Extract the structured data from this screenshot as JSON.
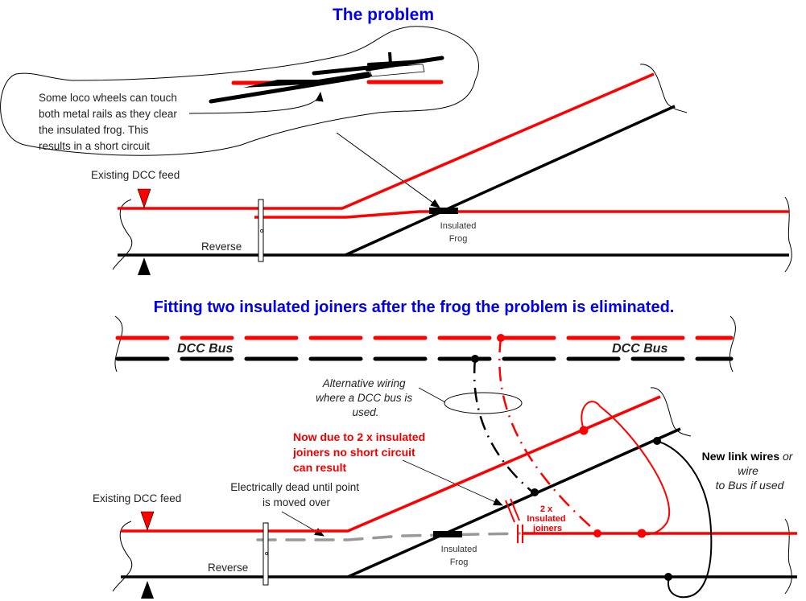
{
  "colors": {
    "title": "#0000ee",
    "live_rail": "#ff0000",
    "return_rail": "#000000",
    "dead_rail": "#999999",
    "annotation": "#222222"
  },
  "top_section": {
    "title": "The problem",
    "callout_lines": [
      "Some loco wheels can touch",
      "both metal rails as they clear",
      "the insulated frog. This",
      "results in a short circuit"
    ],
    "feed_label": "Existing DCC feed",
    "reverse_label": "Reverse",
    "frog_label_line1": "Insulated",
    "frog_label_line2": "Frog"
  },
  "bottom_section": {
    "title": "Fitting two insulated joiners after the frog the problem is eliminated.",
    "bus_label_left": "DCC Bus",
    "bus_label_right": "DCC Bus",
    "alt_wiring_lines": [
      "Alternative wiring",
      "where a DCC bus is",
      "used."
    ],
    "no_short_lines": [
      "Now due to 2 x insulated",
      "joiners no short circuit",
      "can result"
    ],
    "dead_lines": [
      "Electrically dead until point",
      "is moved over"
    ],
    "feed_label": "Existing DCC feed",
    "reverse_label": "Reverse",
    "frog_label_line1": "Insulated",
    "frog_label_line2": "Frog",
    "joiners_lines": [
      "2 x",
      "Insulated",
      "joiners"
    ],
    "link_bold": "New link wires",
    "link_italic_1": "or",
    "link_italic_2": "wire",
    "link_italic_3": "to Bus if used"
  }
}
